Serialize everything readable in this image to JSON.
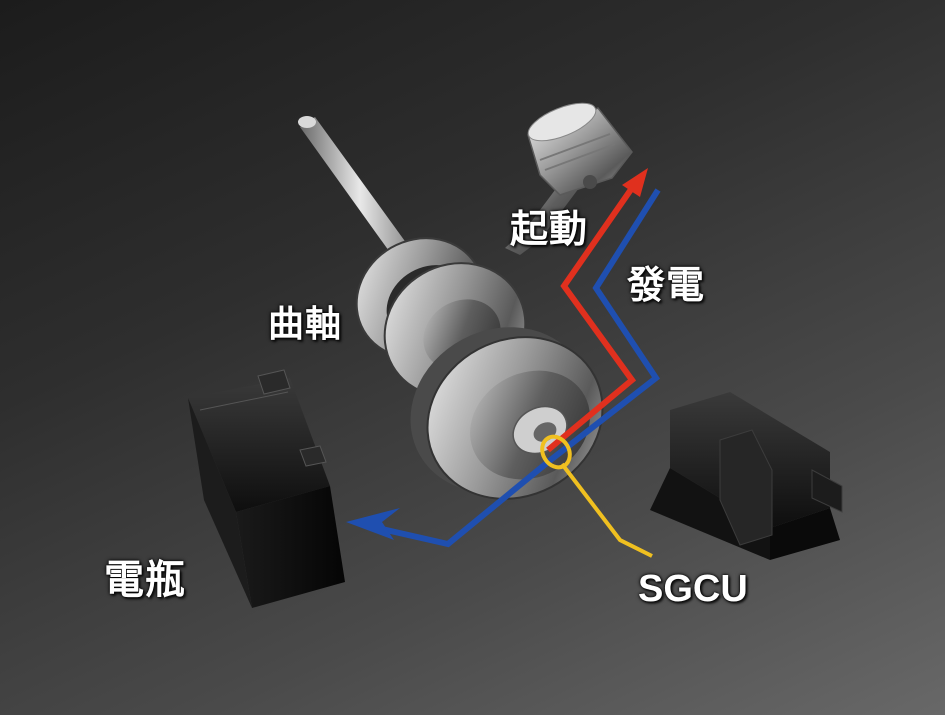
{
  "labels": {
    "start": "起動",
    "generate": "發電",
    "crankshaft": "曲軸",
    "battery": "電瓶",
    "sgcu": "SGCU"
  },
  "colors": {
    "start_arrow": "#e0301e",
    "generate_arrow": "#1f4fb0",
    "signal_wire": "#f0c020",
    "background": "#3a3a3a"
  }
}
